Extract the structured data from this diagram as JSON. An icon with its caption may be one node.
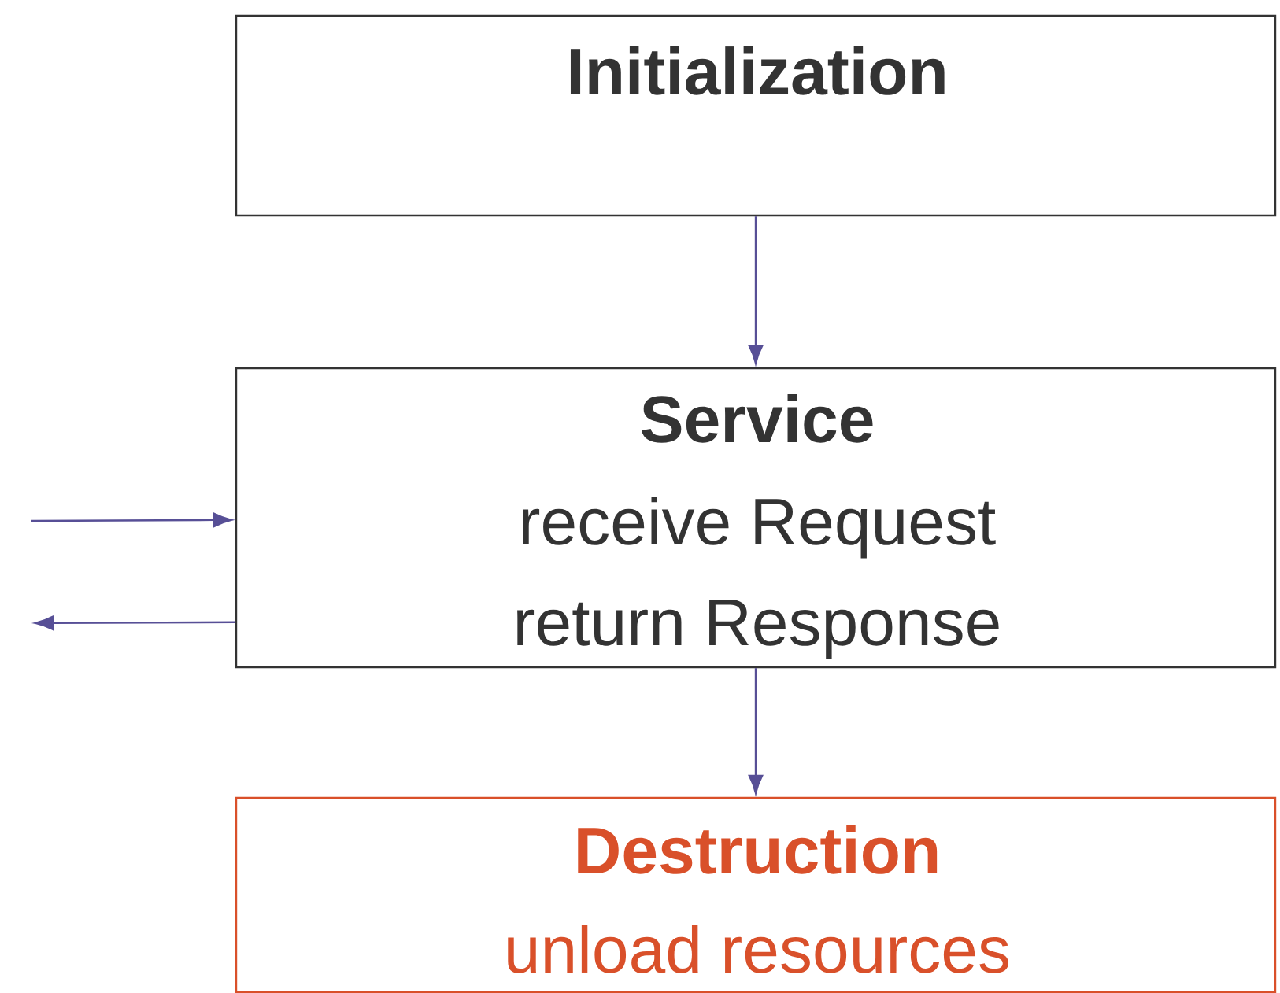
{
  "diagram": {
    "nodes": [
      {
        "text": [
          "Initialization"
        ]
      },
      {
        "text": [
          "Service",
          "receive Request",
          "return Response"
        ]
      },
      {
        "text": [
          "Destruction",
          "unload resources"
        ]
      }
    ],
    "edges": [
      {
        "from": 0,
        "to": 1,
        "arrow": "to"
      },
      {
        "from": 1,
        "to": 2,
        "arrow": "to"
      },
      {
        "from": null,
        "to": 1,
        "arrow": "to"
      },
      {
        "from": 1,
        "to": null,
        "arrow": "to"
      }
    ]
  }
}
